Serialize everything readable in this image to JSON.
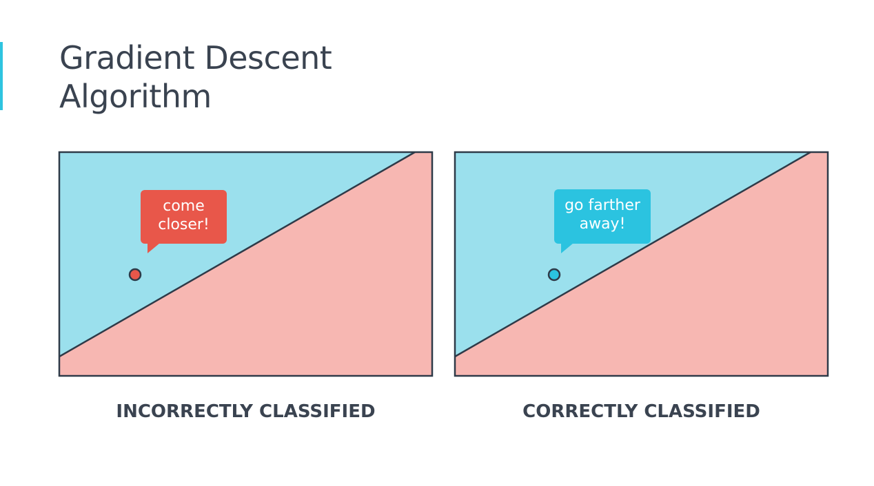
{
  "title": {
    "line1": "Gradient Descent",
    "line2": "Algorithm"
  },
  "colors": {
    "accent": "#2ec4e0",
    "region_blue": "#9be0ed",
    "region_red": "#f7b7b2",
    "outline": "#2e3a48",
    "point_incorrect": "#e8574a",
    "point_correct": "#2bc3e0",
    "bubble_red": "#e8574a",
    "bubble_blue": "#2bc3e0",
    "text": "#3a4350"
  },
  "panels": {
    "left": {
      "bubble_line1": "come",
      "bubble_line2": "closer!",
      "caption": "INCORRECTLY CLASSIFIED"
    },
    "right": {
      "bubble_line1": "go farther",
      "bubble_line2": "away!",
      "caption": "CORRECTLY CLASSIFIED"
    }
  }
}
